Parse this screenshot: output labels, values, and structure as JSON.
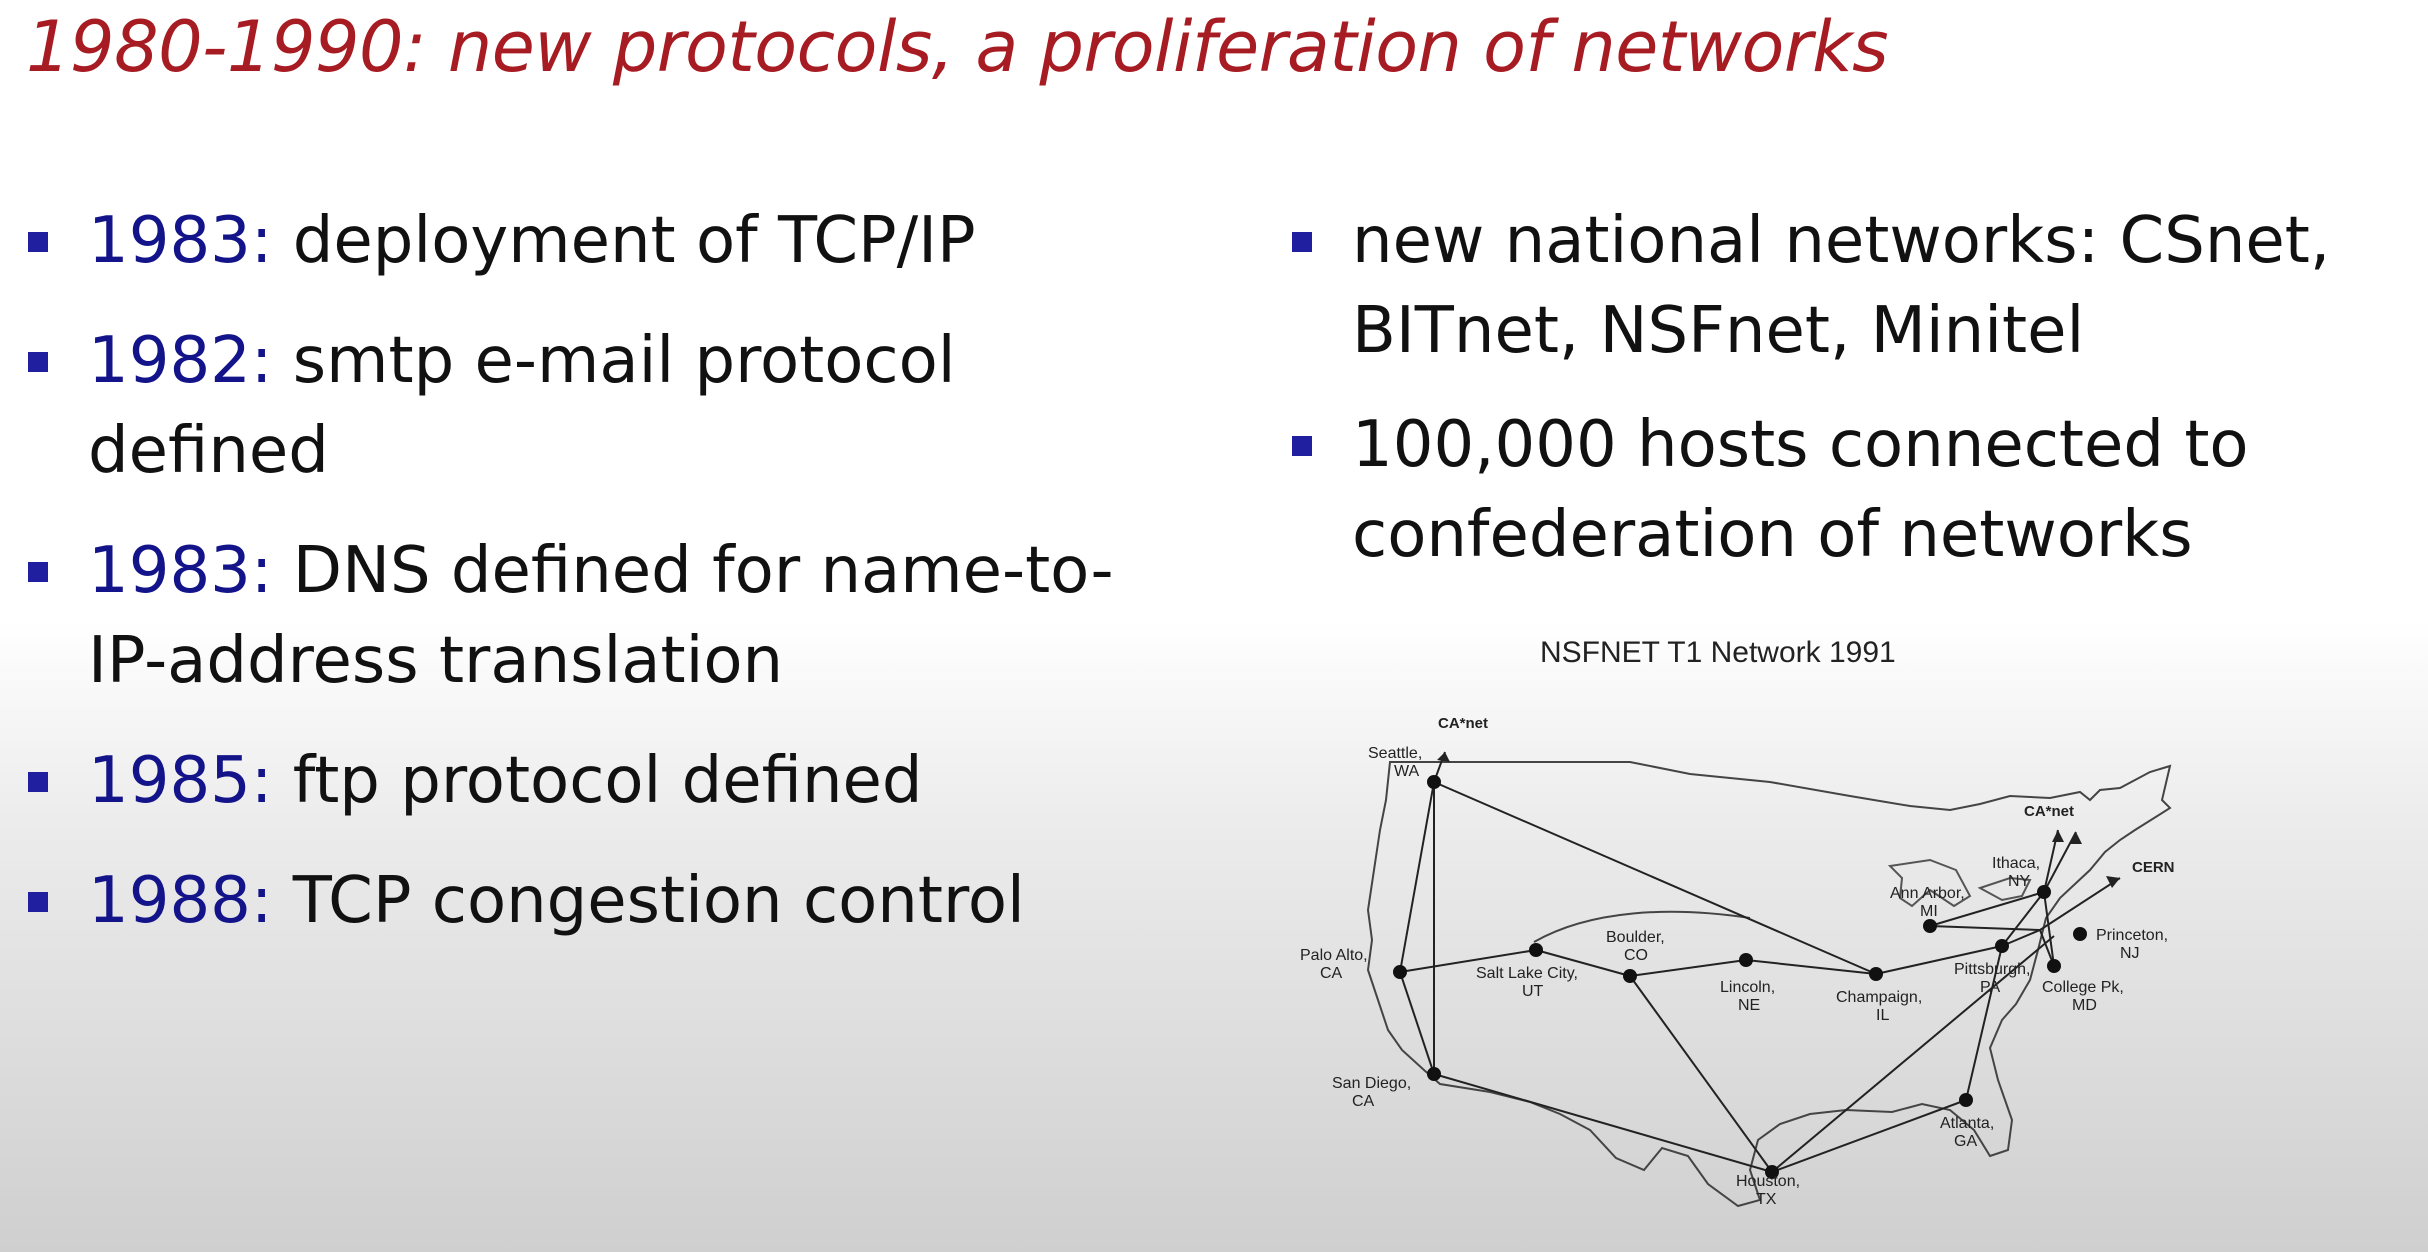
{
  "title": "1980-1990: new protocols, a proliferation of networks",
  "left_bullets": [
    {
      "year": "1983:",
      "text": " deployment of TCP/IP"
    },
    {
      "year": "1982:",
      "text": " smtp e-mail protocol defined"
    },
    {
      "year": "1983:",
      "text": " DNS defined for name-to-IP-address translation"
    },
    {
      "year": "1985:",
      "text": " ftp protocol defined"
    },
    {
      "year": "1988:",
      "text": " TCP congestion control"
    }
  ],
  "right_bullets": [
    {
      "text": "new national networks: CSnet, BITnet, NSFnet, Minitel"
    },
    {
      "text": "100,000 hosts connected to confederation of networks"
    }
  ],
  "map": {
    "caption": "NSFNET T1 Network 1991",
    "canet_west": "CA*net",
    "canet_east": "CA*net",
    "cern": "CERN",
    "nodes": {
      "seattle": [
        "Seattle,",
        "WA"
      ],
      "palo_alto": [
        "Palo Alto,",
        "CA"
      ],
      "san_diego": [
        "San Diego,",
        "CA"
      ],
      "salt_lake": [
        "Salt Lake City,",
        "UT"
      ],
      "boulder": [
        "Boulder,",
        "CO"
      ],
      "lincoln": [
        "Lincoln,",
        "NE"
      ],
      "houston": [
        "Houston,",
        "TX"
      ],
      "champaign": [
        "Champaign,",
        "IL"
      ],
      "ann_arbor": [
        "Ann Arbor,",
        "MI"
      ],
      "ithaca": [
        "Ithaca,",
        "NY"
      ],
      "princeton": [
        "Princeton,",
        "NJ"
      ],
      "pittsburgh": [
        "Pittsburgh,",
        "PA"
      ],
      "college_pk": [
        "College Pk,",
        "MD"
      ],
      "atlanta": [
        "Atlanta,",
        "GA"
      ]
    }
  }
}
